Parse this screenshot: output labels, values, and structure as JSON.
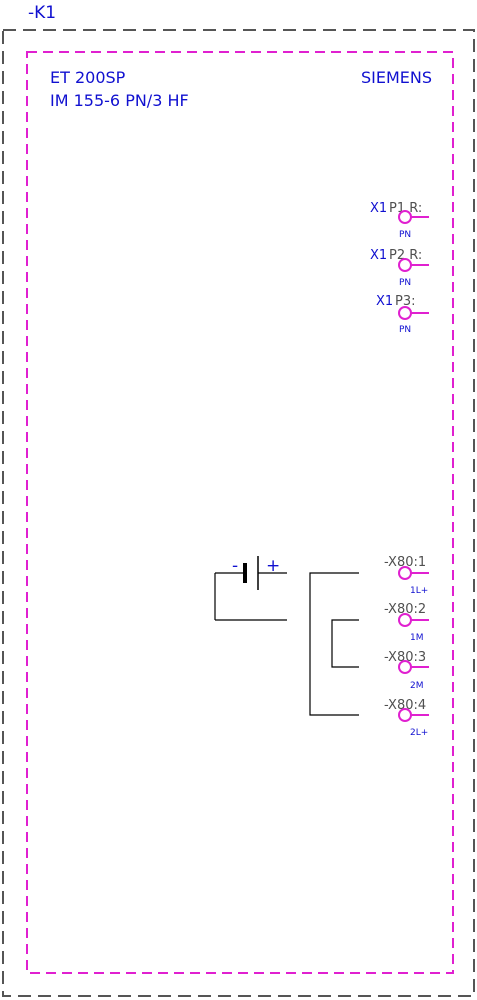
{
  "device": {
    "tag": "-K1",
    "family": "ET 200SP",
    "model": "IM 155-6 PN/3 HF",
    "manufacturer": "SIEMENS"
  },
  "ports": [
    {
      "connector": "X1",
      "pin": "P1 R:",
      "signal": "PN"
    },
    {
      "connector": "X1",
      "pin": "P2 R:",
      "signal": "PN"
    },
    {
      "connector": "X1",
      "pin": "P3:",
      "signal": "PN"
    }
  ],
  "power_terminals": [
    {
      "pin": "-X80:1",
      "signal": "1L+"
    },
    {
      "pin": "-X80:2",
      "signal": "1M"
    },
    {
      "pin": "-X80:3",
      "signal": "2M"
    },
    {
      "pin": "-X80:4",
      "signal": "2L+"
    }
  ],
  "battery": {
    "minus": "-",
    "plus": "+"
  },
  "colors": {
    "outer_frame": "#555555",
    "inner_frame": "#e020d0",
    "label_blue": "#1010d0",
    "pin_gray": "#505050",
    "wire": "#000000"
  }
}
